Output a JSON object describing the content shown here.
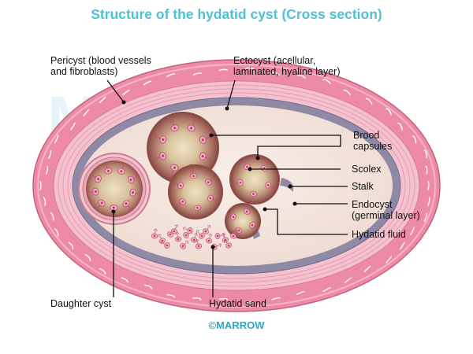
{
  "title": "Structure of the hydatid cyst (Cross section)",
  "watermark": "MARROW",
  "copyright": "©MARROW",
  "colors": {
    "title": "#4ec1d6",
    "pericyst": "#ee8aa6",
    "ectocyst": "#f6c7d2",
    "endocyst": "#8b87a3",
    "hydatid_fluid": "#f4e7df",
    "brood_capsule": "#a86b63",
    "leader_line": "#111111"
  },
  "labels": {
    "pericyst": [
      "Pericyst (blood vessels",
      "and fibroblasts)"
    ],
    "ectocyst": [
      "Ectocyst (acellular,",
      "laminated, hyaline layer)"
    ],
    "brood_capsules": [
      "Brood",
      "capsules"
    ],
    "scolex": "Scolex",
    "stalk": "Stalk",
    "endocyst": [
      "Endocyst",
      "(germinal layer)"
    ],
    "hydatid_fluid": "Hydatid fluid",
    "daughter_cyst": "Daughter cyst",
    "hydatid_sand": "Hydatid sand"
  }
}
